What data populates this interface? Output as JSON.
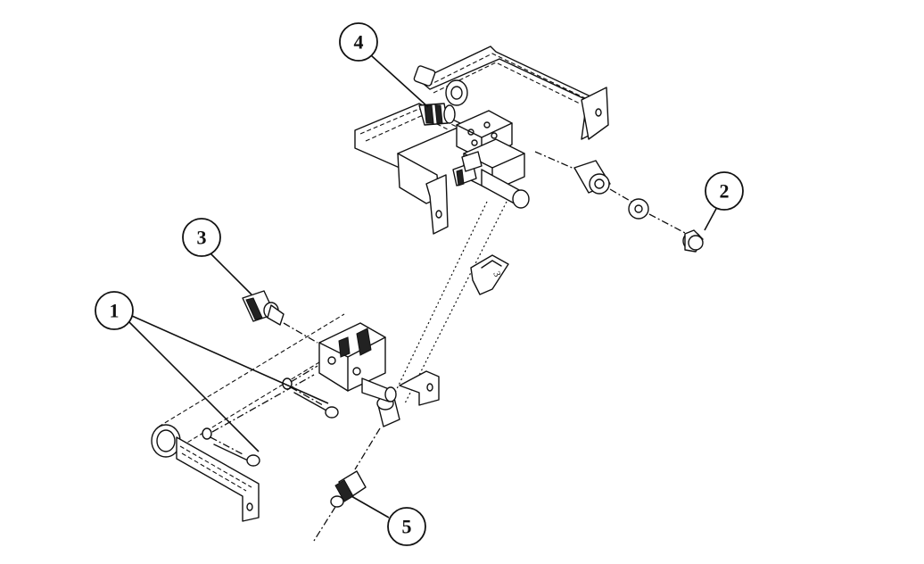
{
  "callouts": {
    "c1": "1",
    "c2": "2",
    "c3": "3",
    "c4": "4",
    "c5": "5"
  },
  "bracket_marks": {
    "center_bracket_mark": "3"
  },
  "colors": {
    "line": "#111111",
    "background": "#ffffff"
  }
}
